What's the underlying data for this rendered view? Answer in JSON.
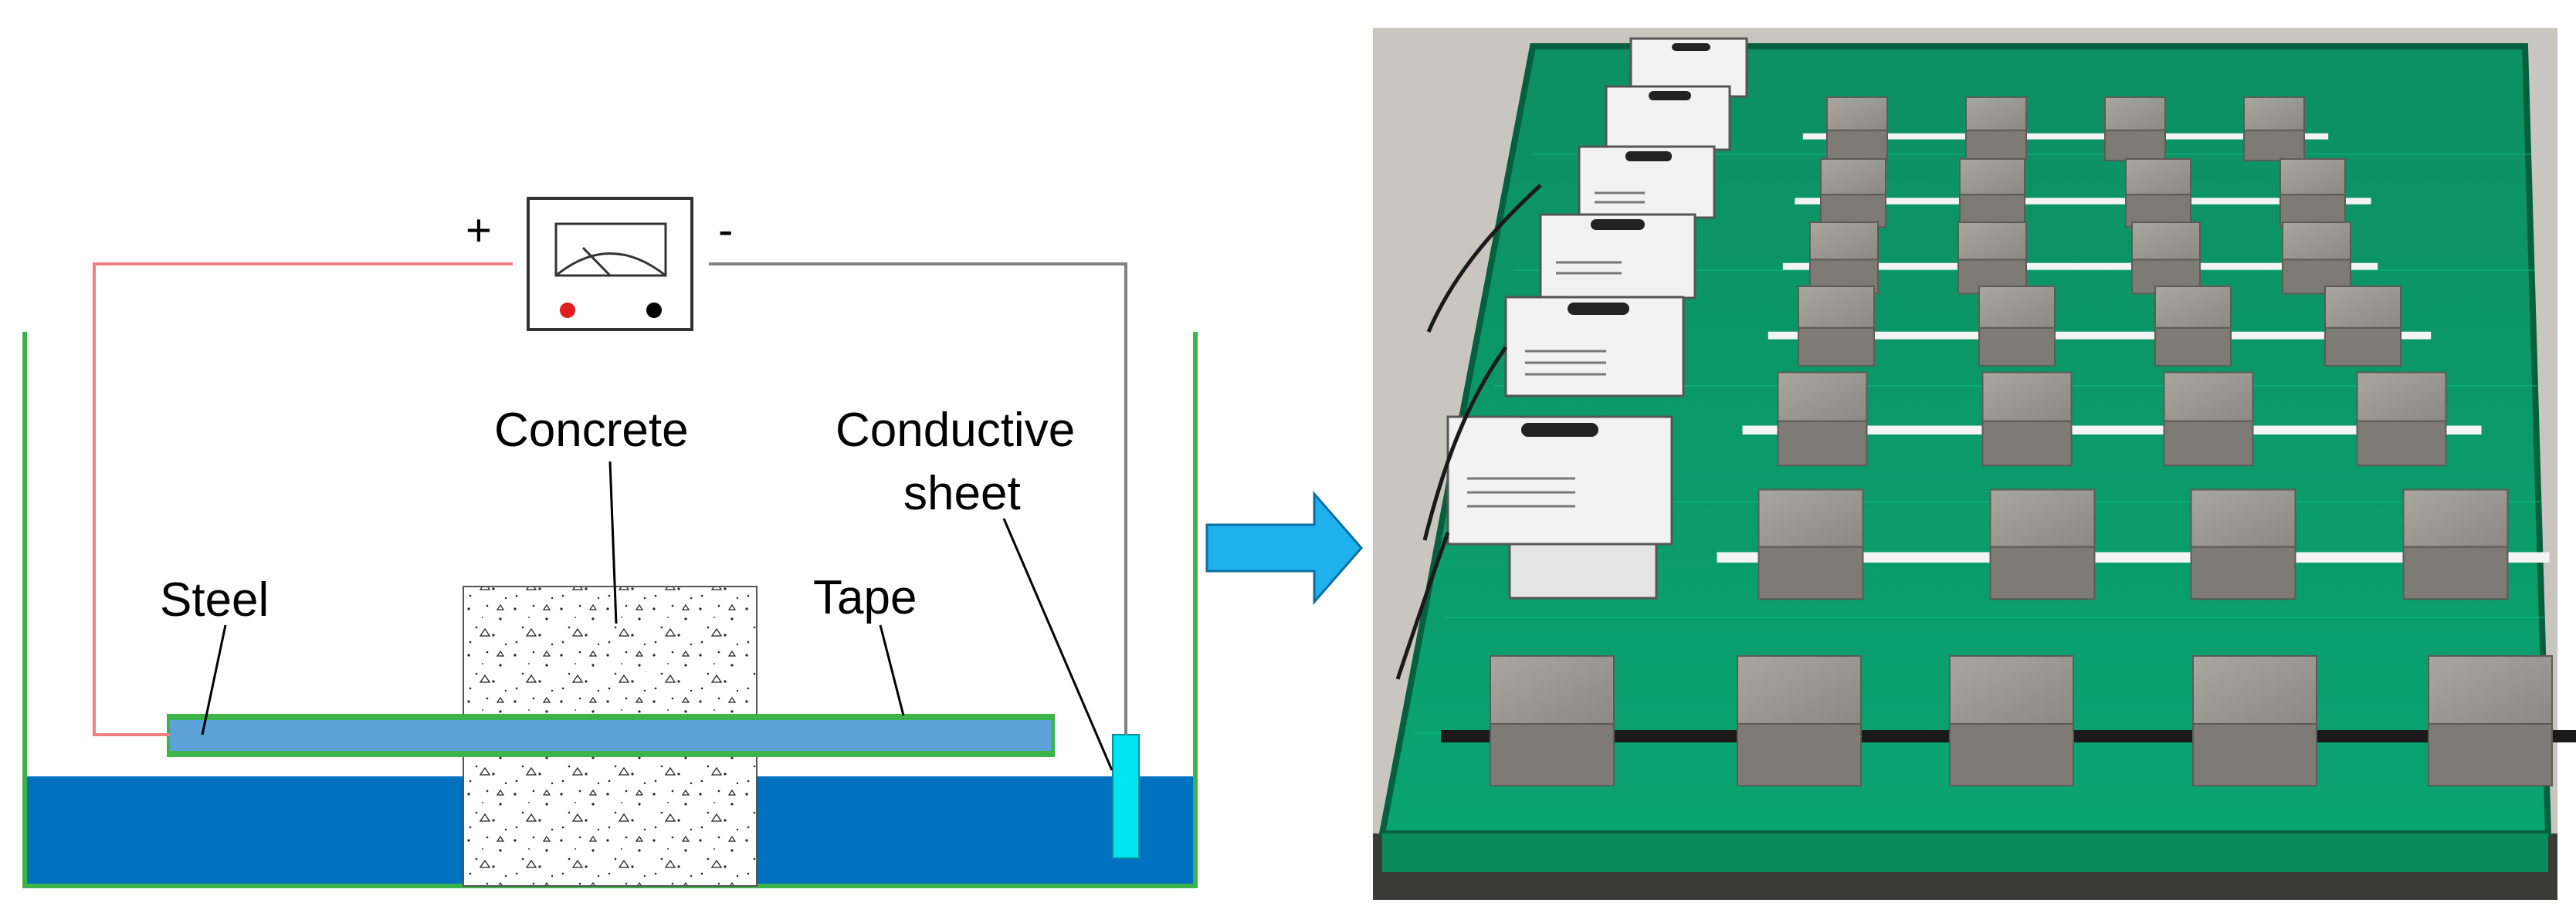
{
  "schematic": {
    "labels": {
      "concrete": "Concrete",
      "conductive_line1": "Conductive",
      "conductive_line2": "sheet",
      "steel": "Steel",
      "tape": "Tape"
    },
    "meter": {
      "plus": "+",
      "minus": "-"
    }
  },
  "colors": {
    "water": "#0070c0",
    "steel": "#5ba3d8",
    "tape": "#3cb44a",
    "tank": "#3cb44a",
    "positive_wire": "#f08080",
    "negative_wire": "#808080",
    "conductive_sheet": "#00e5f0",
    "arrow": "#1fb0ee",
    "tarp": "#0a9a6a",
    "positive_terminal": "#e02020",
    "negative_terminal": "#000000"
  },
  "photo": {
    "power_supply_count": 6,
    "specimen_rows": [
      4,
      4,
      4,
      4,
      4,
      4,
      5
    ]
  }
}
